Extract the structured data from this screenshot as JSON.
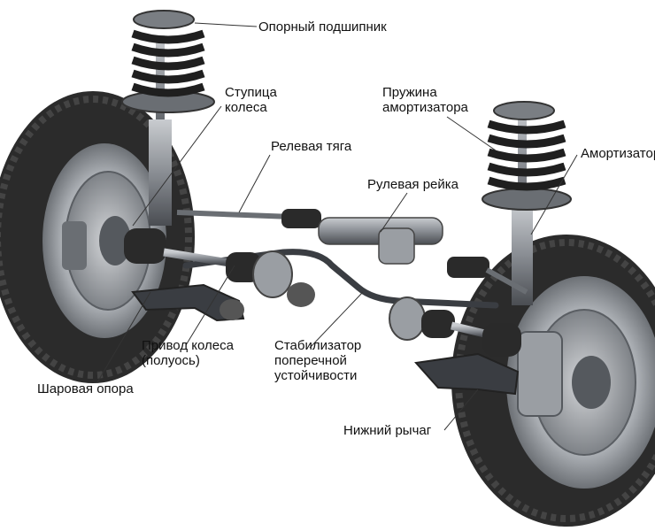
{
  "labels": {
    "upper_bearing": "Опорный подшипник",
    "wheel_hub": "Ступица\nколеса",
    "tie_rod": "Релевая тяга",
    "shock_spring": "Пружина\nамортизатора",
    "shock_absorber": "Амортизатор",
    "steering_rack": "Рулевая рейка",
    "drive_shaft": "Привод колеса\n(полуось)",
    "stabilizer": "Стабилизатор\nпоперечной\nустойчивости",
    "ball_joint": "Шаровая опора",
    "lower_arm": "Нижний рычаг"
  },
  "colors": {
    "tire": "#2b2b2b",
    "tire_tread": "#444444",
    "rim": "#b9bcc0",
    "metal": "#8c9096",
    "dark_metal": "#3a3d42",
    "spring": "#1f1f1f",
    "leader": "#333333"
  }
}
